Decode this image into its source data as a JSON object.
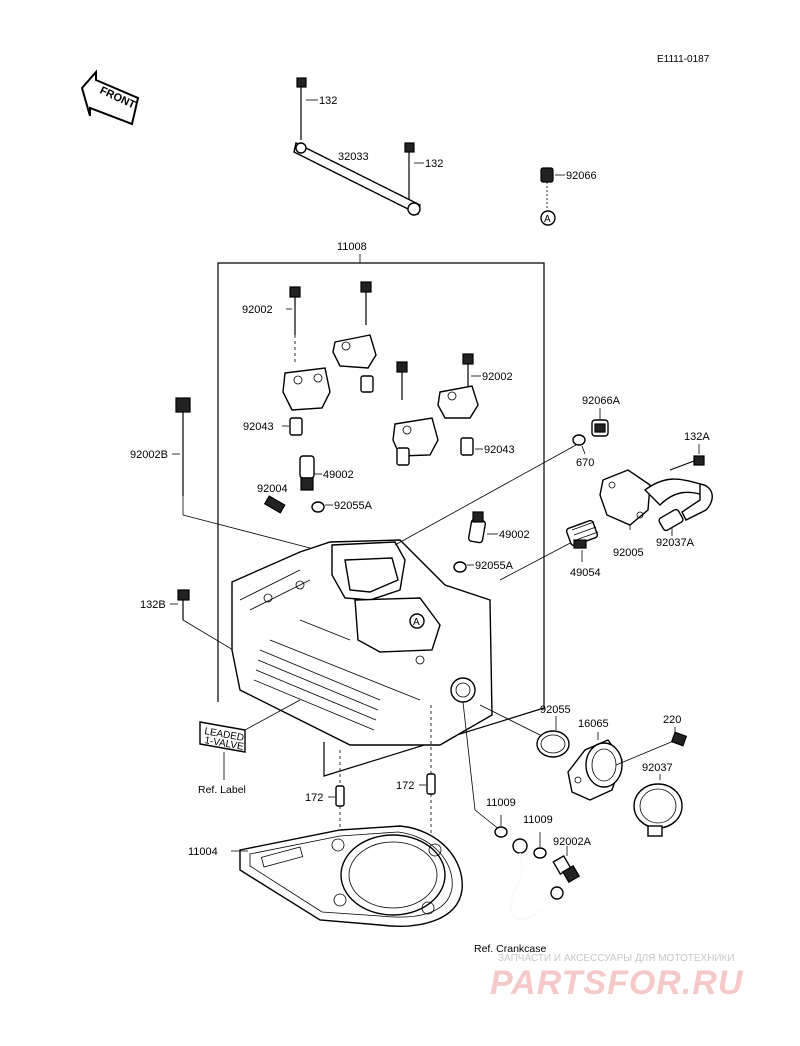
{
  "diagram_code": "E1111-0187",
  "front_label": "FRONT",
  "callouts": {
    "bolt_132_top": "132",
    "bracket_32033": "32033",
    "bolt_132_right": "132",
    "plug_92066": "92066",
    "marker_a_top": "A",
    "head_assy_11008": "11008",
    "bolt_92002_left": "92002",
    "bolt_92002_right": "92002",
    "collar_92043_left": "92043",
    "collar_92043_right": "92043",
    "plug_92066a": "92066A",
    "oring_670": "670",
    "bolt_132a": "132A",
    "bolt_92002b": "92002B",
    "plug_49002_top": "49002",
    "pin_92004": "92004",
    "oring_92055a_top": "92055A",
    "plug_49002_mid": "49002",
    "oring_92055a_mid": "92055A",
    "thermostat_49054": "49054",
    "housing_92005": "92005",
    "hose_92037a": "92037A",
    "bolt_132b": "132B",
    "marker_a_head": "A",
    "oring_92055": "92055",
    "holder_16065": "16065",
    "bolt_220": "220",
    "clamp_92037": "92037",
    "dowel_172_left": "172",
    "dowel_172_right": "172",
    "washer_11009_left": "11009",
    "washer_11009_right": "11009",
    "bolt_92002a": "92002A",
    "gasket_11004": "11004"
  },
  "label_plate": {
    "line1": "LEADED",
    "line2": "1-VALVE"
  },
  "ref_label": "Ref. Label",
  "ref_crankcase": "Ref. Crankcase",
  "watermark": {
    "tagline": "ЗАПЧАСТИ И АКСЕССУАРЫ ДЛЯ МОТОТЕХНИКИ",
    "brand": "PARTSFOR.RU"
  }
}
